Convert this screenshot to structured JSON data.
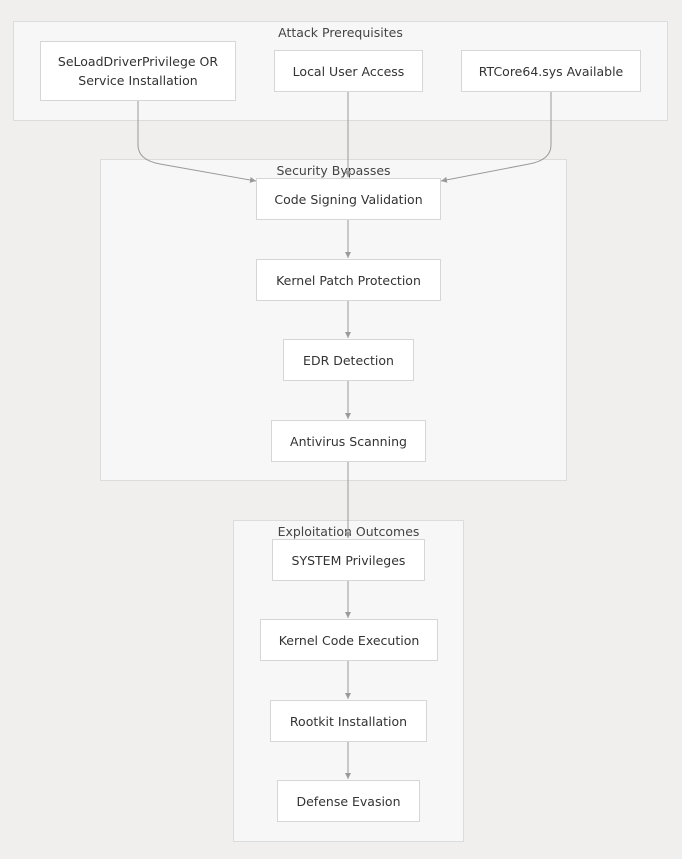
{
  "groups": {
    "prereq": {
      "title": "Attack Prerequisites"
    },
    "bypass": {
      "title": "Security Bypasses"
    },
    "outcome": {
      "title": "Exploitation Outcomes"
    }
  },
  "nodes": {
    "seload": "SeLoadDriverPrivilege OR Service Installation",
    "local": "Local User Access",
    "rtcore": "RTCore64.sys Available",
    "codesign": "Code Signing Validation",
    "kpp": "Kernel Patch Protection",
    "edr": "EDR Detection",
    "av": "Antivirus Scanning",
    "system": "SYSTEM Privileges",
    "kexec": "Kernel Code Execution",
    "rootkit": "Rootkit Installation",
    "evasion": "Defense Evasion"
  },
  "colors": {
    "background": "#f0efee",
    "group_fill": "#f7f7f7",
    "node_fill": "#ffffff",
    "edge": "#9a9a9a"
  }
}
